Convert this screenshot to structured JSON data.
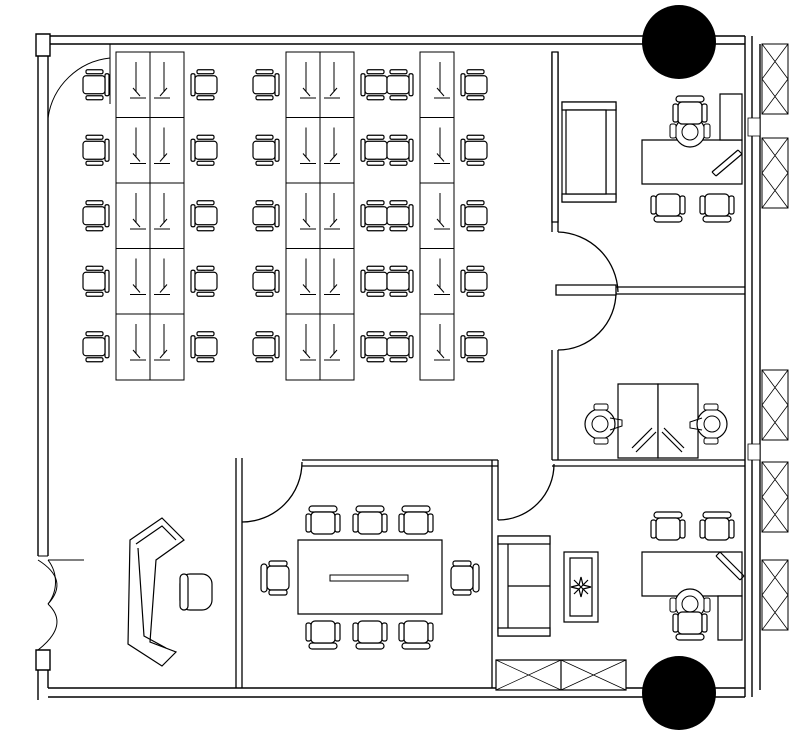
{
  "drawing": {
    "type": "office floor plan",
    "line_color": "#000000",
    "background": "#ffffff",
    "column_fill": "#000000"
  },
  "open_office": {
    "workstation_clusters": [
      {
        "rows": 5,
        "desks_per_row": 2
      },
      {
        "rows": 5,
        "desks_per_row": 2
      },
      {
        "rows": 5,
        "desks_per_row": 1
      }
    ],
    "chairs": 30
  },
  "rooms": [
    {
      "id": "meeting-room",
      "table_chairs": 8
    },
    {
      "id": "reception",
      "desk_shape": "angled",
      "chairs": 1
    },
    {
      "id": "lounge",
      "sofa": 1,
      "coffee_table": 1,
      "plant": 1
    },
    {
      "id": "office-top-right",
      "desks": 1,
      "chairs": 3,
      "sofa": 1
    },
    {
      "id": "office-middle-right",
      "desks": 2,
      "chairs": 2
    },
    {
      "id": "office-bottom-right",
      "desks": 1,
      "chairs": 3
    }
  ],
  "icons": [
    "door-swing-icon",
    "chair-icon",
    "sofa-icon",
    "plant-icon",
    "column-icon",
    "window-icon"
  ]
}
